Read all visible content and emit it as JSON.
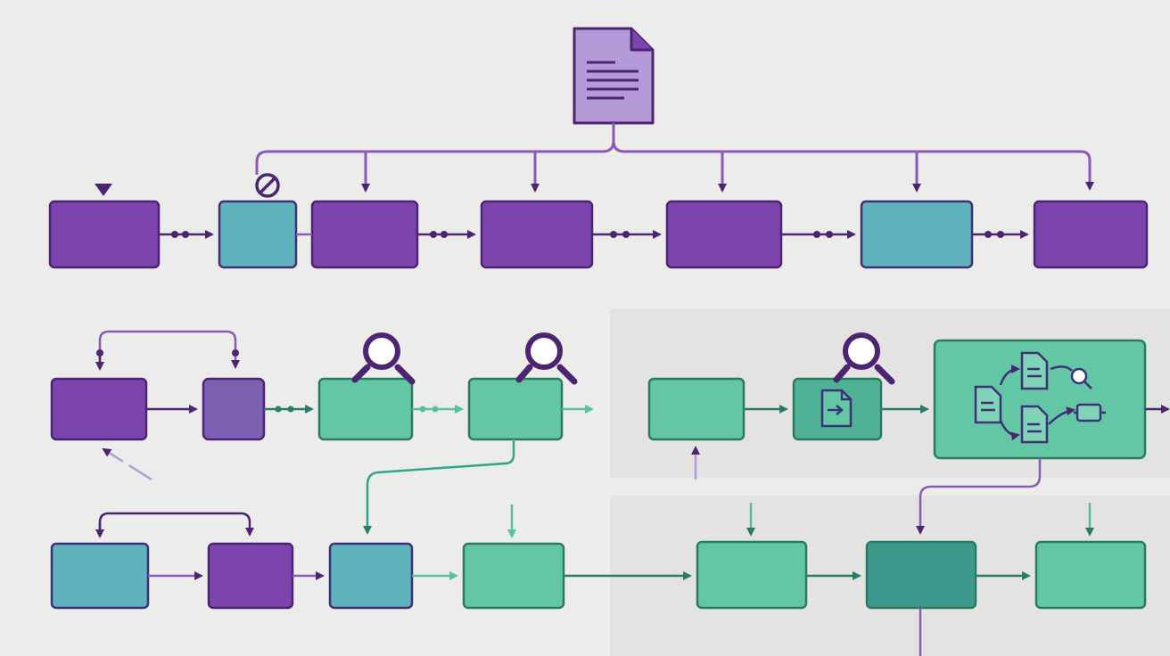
{
  "colors": {
    "background": "#ececea",
    "panel": "#e3e3e1",
    "purple_fill": "#7b45ad",
    "purple_stroke": "#4d2472",
    "lavender_fill": "#7b5fb0",
    "teal_fill": "#5fb3bf",
    "teal_stroke": "#3e3178",
    "mint_fill": "#63c7a6",
    "mint_stroke": "#2a7a66",
    "dark_teal_fill": "#3c9a8c",
    "doc_fill": "#b49ad6",
    "connector_purple": "#8a5ab8",
    "connector_teal": "#2a7a6c",
    "connector_mint": "#58c0a2"
  },
  "icons": {
    "source": "document-icon",
    "blocked": "no-entry-icon",
    "inspect": "magnifier-icon",
    "transfer": "file-transfer-icon",
    "workflow": "document-workflow-icon"
  },
  "rows": [
    {
      "name": "row-1",
      "nodes": [
        "purple",
        "teal",
        "purple",
        "purple",
        "purple",
        "teal",
        "purple"
      ]
    },
    {
      "name": "row-2",
      "nodes": [
        "purple",
        "lavender",
        "mint",
        "mint",
        "mint",
        "mint-file",
        "mint-workflow"
      ]
    },
    {
      "name": "row-3",
      "nodes": [
        "teal",
        "purple",
        "teal",
        "mint",
        "mint",
        "dark-teal",
        "mint"
      ]
    }
  ]
}
